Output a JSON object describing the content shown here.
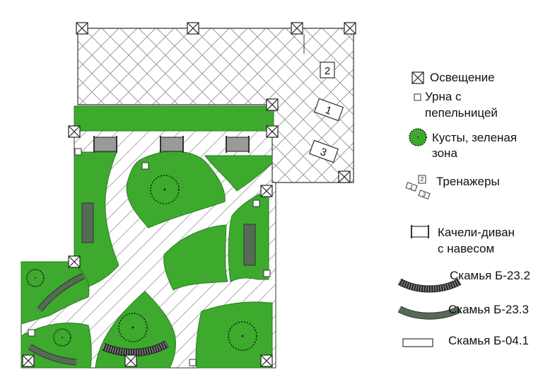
{
  "colors": {
    "green": "#3daa2e",
    "green_dark": "#2e8b23",
    "bench_dark": "#556b55",
    "stroke": "#333333",
    "swing_fill": "#9a9a9a"
  },
  "plan": {
    "trainer_labels": [
      "1",
      "2",
      "3"
    ]
  },
  "legend": {
    "lighting": "Освещение",
    "urn_line1": "Урна с",
    "urn_line2": "пепельницей",
    "bushes_line1": "Кусты, зеленая",
    "bushes_line2": "зона",
    "trainers": "Тренажеры",
    "trainer_icon_labels": [
      "1",
      "2",
      "3"
    ],
    "swing_line1": "Качели-диван",
    "swing_line2": "с навесом",
    "bench_232": "Скамья Б-23.2",
    "bench_233": "Скамья Б-23.3",
    "bench_041": "Скамья Б-04.1"
  }
}
